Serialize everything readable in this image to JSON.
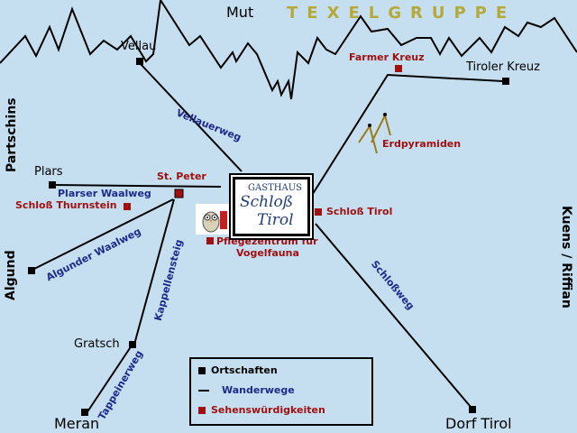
{
  "title": "TEXELGRUPPE",
  "colors": {
    "background": "#c6dff0",
    "town_marker": "#000000",
    "sight_marker": "#a01010",
    "road_label": "#1f2a8a",
    "title": "#b5a93a"
  },
  "towns": {
    "mut": "Mut",
    "vellau": "Vellau",
    "tiroler_kreuz": "Tiroler Kreuz",
    "plars": "Plars",
    "gratsch": "Gratsch",
    "meran": "Meran",
    "dorf_tirol": "Dorf Tirol"
  },
  "sights": {
    "farmer_kreuz": "Farmer Kreuz",
    "st_peter": "St. Peter",
    "erdpyramiden": "Erdpyramiden",
    "schloss_thurnstein": "Schloß Thurnstein",
    "schloss_tirol": "Schloß Tirol",
    "pflegezentrum_line1": "Pflegezentrum für",
    "pflegezentrum_line2": "Vogelfauna"
  },
  "roads": {
    "vellauerweg": "Vellauerweg",
    "plarser_waalweg": "Plarser Waalweg",
    "algunder_waalweg": "Algunder Waalweg",
    "kappellensteig": "Kappellensteig",
    "tappeinerweg": "Tappeinerweg",
    "schlossweg": "Schloßweg"
  },
  "side_labels": {
    "partschins": "Partschins",
    "algund": "Algund",
    "kuens_riffian": "Kuens / Riffian"
  },
  "logo": {
    "line1": "GASTHAUS",
    "line2": "Schloß",
    "line3": "Tirol"
  },
  "legend": {
    "ortschaften": "Ortschaften",
    "wanderwege": "Wanderwege",
    "sehenswuerdigkeiten": "Sehenswürdigkeiten"
  }
}
